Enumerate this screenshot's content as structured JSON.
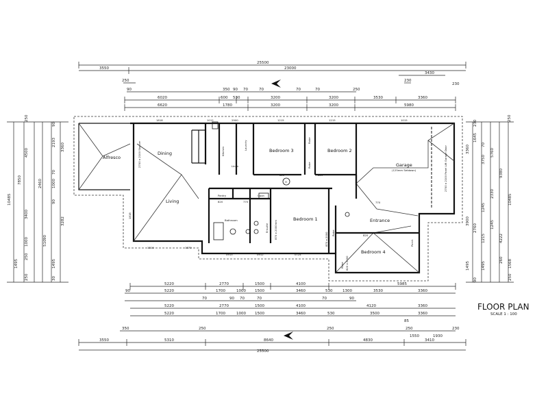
{
  "title": "FLOOR PLAN",
  "scale": "SCALE 1 : 100",
  "rooms": [
    {
      "key": "alfresco",
      "label": "Alfresco"
    },
    {
      "key": "dining",
      "label": "Dining"
    },
    {
      "key": "living",
      "label": "Living"
    },
    {
      "key": "kitchen",
      "label": "Kitchen"
    },
    {
      "key": "laundry",
      "label": "Laundry"
    },
    {
      "key": "linen",
      "label": "Linen"
    },
    {
      "key": "pantry",
      "label": "Pantry"
    },
    {
      "key": "upon",
      "label": "Upon"
    },
    {
      "key": "bathroom",
      "label": "Bathroom"
    },
    {
      "key": "ensuite",
      "label": "Ensuite"
    },
    {
      "key": "bedroom1",
      "label": "Bedroom 1"
    },
    {
      "key": "bedroom2",
      "label": "Bedroom 2"
    },
    {
      "key": "bedroom3",
      "label": "Bedroom 3"
    },
    {
      "key": "bedroom4",
      "label": "Bedroom 4"
    },
    {
      "key": "garage",
      "label": "Garage"
    },
    {
      "key": "entrance",
      "label": "Entrance"
    },
    {
      "key": "porch",
      "label": "Porch"
    },
    {
      "key": "robe_b1",
      "label": "Robe"
    },
    {
      "key": "robe_b4",
      "label": "Robe"
    },
    {
      "key": "robe_b3",
      "label": "Robe"
    },
    {
      "key": "robe_b3b",
      "label": "Robe"
    }
  ],
  "garage_note": "(125mm Setdown)",
  "top_dims": {
    "overall": "25500",
    "row1": [
      "3550",
      "23000"
    ],
    "row2": [
      "250",
      "3430",
      "230"
    ],
    "row3": [
      "90",
      "350",
      "90",
      "70",
      "70",
      "70",
      "70",
      "250"
    ],
    "row4": [
      "6020",
      "600",
      "530",
      "3200",
      "3200",
      "3530",
      "3360"
    ],
    "row5": [
      "6620",
      "1780",
      "3200",
      "3200",
      "5980"
    ]
  },
  "bottom_dims": {
    "row1": [
      "5220",
      "2770",
      "1500",
      "4100",
      "5985"
    ],
    "row2": [
      "90",
      "5220",
      "1700",
      "1000",
      "1500",
      "3460",
      "530",
      "1300",
      "3530",
      "3360"
    ],
    "row3": [
      "90",
      "70",
      "90",
      "70",
      "70",
      "70",
      "90"
    ],
    "row4": [
      "5220",
      "2770",
      "1500",
      "4100",
      "4120",
      "3360"
    ],
    "row5": [
      "5220",
      "1700",
      "1000",
      "1500",
      "3460",
      "530",
      "3500",
      "3360"
    ],
    "row6": [
      "350",
      "250",
      "250",
      "85",
      "250",
      "230"
    ],
    "row7": [
      "3550",
      "5310",
      "8640",
      "4830",
      "1550",
      "1930",
      "3410"
    ],
    "overall": "25500"
  },
  "left_dims": [
    "250",
    "90",
    "4500",
    "2193",
    "3360",
    "7850",
    "10485",
    "2460",
    "70",
    "1000",
    "90",
    "3400",
    "3282",
    "1495",
    "1495",
    "250",
    "30",
    "250",
    "510",
    "90",
    "1000",
    "90",
    "1495",
    "250"
  ],
  "right_dims": [
    "250",
    "230",
    "3360",
    "1645",
    "70",
    "3750",
    "5760",
    "9380",
    "10485",
    "2330",
    "1245",
    "3900",
    "1245",
    "2760",
    "1215",
    "4222",
    "1495",
    "1495",
    "250",
    "260",
    "90",
    "1568",
    "70"
  ],
  "window_labels": [
    "1818",
    "1012",
    "2900",
    "1215",
    "1215",
    "1015",
    "1810",
    "1870",
    "0915",
    "0912",
    "0724",
    "820",
    "820",
    "770",
    "820",
    "770",
    "820",
    "1818"
  ],
  "door_notes": [
    "2700 x 2100 Stacker",
    "2700 x 2100 Panel Lift Garage Door",
    "870 x 2000",
    "820 x 2000",
    "870 x 2000mm"
  ],
  "hall_marker": "H"
}
